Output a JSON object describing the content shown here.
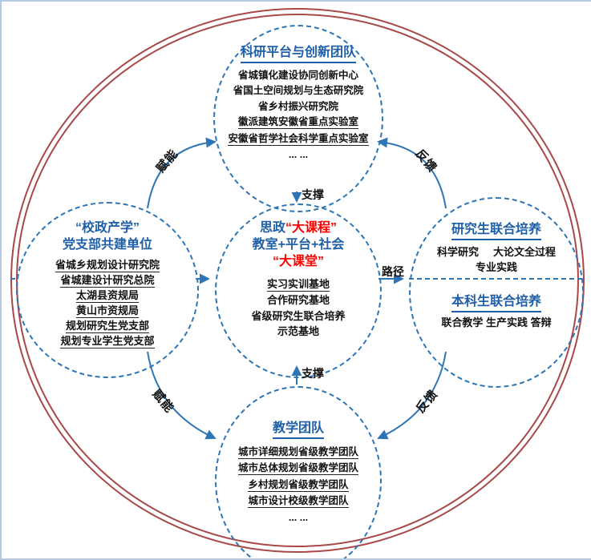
{
  "colors": {
    "outer_ring": "#a84848",
    "node_border": "#2e75b6",
    "heading_blue": "#1f5fa8",
    "accent_red": "#ff0000",
    "arrow_blue": "#2e75b6"
  },
  "nodes": {
    "research": {
      "title": "科研平台与创新团队",
      "items": [
        "省城镇化建设协同创新中心",
        "省国土空间规划与生态研究院",
        "省乡村振兴研究院",
        "徽派建筑安徽省重点实验室",
        "安徽省哲学社会科学重点实验室",
        "... ..."
      ]
    },
    "party": {
      "title_line1": "“校政产学”",
      "title_line2": "党支部共建单位",
      "items": [
        "省城乡规划设计研究院",
        "省城建设计研究总院",
        "太湖县资规局",
        "黄山市资规局",
        "规划研究生党支部",
        "规划专业学生党支部"
      ]
    },
    "center": {
      "line1_prefix": "思政",
      "line1_red": "“大课程”",
      "line2": "教室+平台+社会",
      "line3_red": "“大课堂”",
      "items": [
        "实习实训基地",
        "合作研究基地",
        "省级研究生联合培养",
        "示范基地"
      ]
    },
    "graduate": {
      "title": "研究生联合培养",
      "row1_left": "科学研究",
      "row1_right": "大论文全过程",
      "row2": "专业实践"
    },
    "undergraduate": {
      "title": "本科生联合培养",
      "row1": "联合教学 生产实践 答辩"
    },
    "teaching": {
      "title": "教学团队",
      "items": [
        "城市详细规划省级教学团队",
        "城市总体规划省级教学团队",
        "乡村规划省级教学团队",
        "城市设计校级教学团队",
        "... ..."
      ]
    }
  },
  "arrows": {
    "empower_top": "赋能",
    "feedback_top": "反馈",
    "support_top": "支撑",
    "support_bottom": "支撑",
    "path": "路径",
    "empower_bottom": "赋能",
    "feedback_bottom": "反馈"
  }
}
